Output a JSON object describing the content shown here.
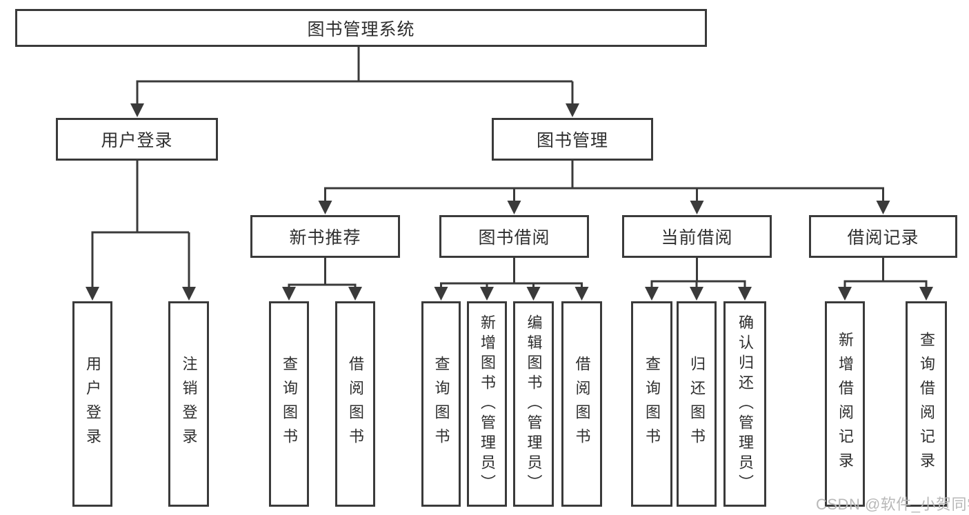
{
  "colors": {
    "line": "#3a3a3a",
    "box_border": "#3a3a3a",
    "box_fill": "#ffffff",
    "text": "#2e2e2e",
    "watermark": "#b8b8b8",
    "background": "#ffffff"
  },
  "tree": {
    "root": {
      "label": "图书管理系统"
    },
    "branches": [
      {
        "label": "用户登录",
        "children": [
          {
            "label": "用户登录"
          },
          {
            "label": "注销登录"
          }
        ]
      },
      {
        "label": "图书管理",
        "children": [
          {
            "label": "新书推荐",
            "children": [
              {
                "label": "查询图书"
              },
              {
                "label": "借阅图书"
              }
            ]
          },
          {
            "label": "图书借阅",
            "children": [
              {
                "label": "查询图书"
              },
              {
                "label": "新增图书（管理员）"
              },
              {
                "label": "编辑图书（管理员）"
              },
              {
                "label": "借阅图书"
              }
            ]
          },
          {
            "label": "当前借阅",
            "children": [
              {
                "label": "查询图书"
              },
              {
                "label": "归还图书"
              },
              {
                "label": "确认归还（管理员）"
              }
            ]
          },
          {
            "label": "借阅记录",
            "children": [
              {
                "label": "新增借阅记录"
              },
              {
                "label": "查询借阅记录"
              }
            ]
          }
        ]
      }
    ]
  },
  "watermark": {
    "text": "CSDN @软件_小贺同学"
  }
}
